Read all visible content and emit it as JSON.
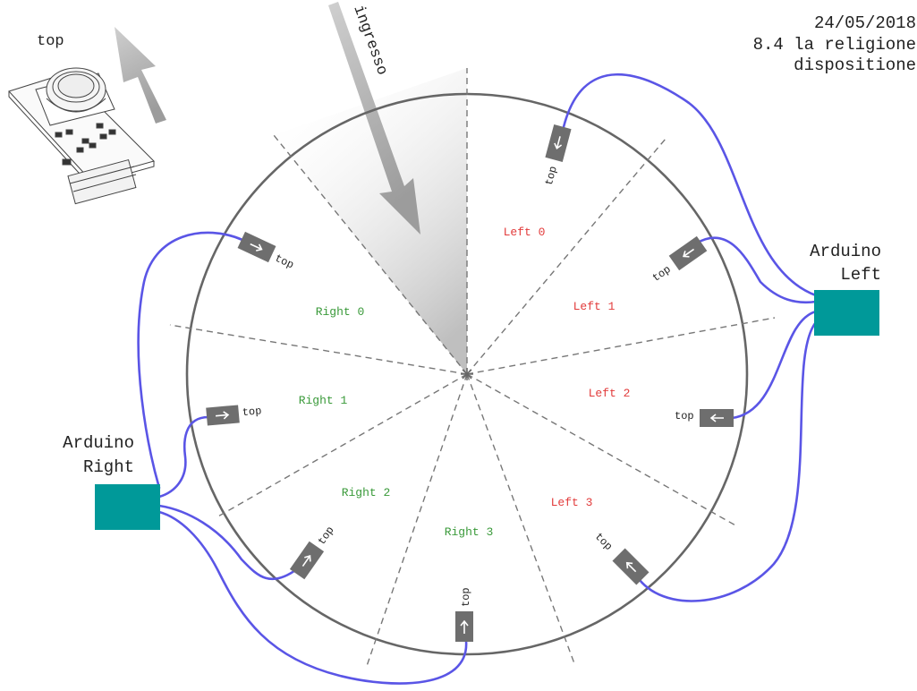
{
  "header": {
    "date": "24/05/2018",
    "line2": "8.4 la religione",
    "line3": "dispositione"
  },
  "legend": {
    "top_label": "top"
  },
  "entrance_label": "ingresso",
  "controllers": {
    "left": {
      "line1": "Arduino",
      "line2": "Left",
      "color": "#009999"
    },
    "right": {
      "line1": "Arduino",
      "line2": "Right",
      "color": "#009999"
    }
  },
  "zones": {
    "left": [
      "Left 0",
      "Left 1",
      "Left 2",
      "Left 3"
    ],
    "right": [
      "Right 0",
      "Right 1",
      "Right 2",
      "Right 3"
    ]
  },
  "sensor_label": "top",
  "colors": {
    "wire": "#5a55e6",
    "left_zone": "#e23b3b",
    "right_zone": "#3a9a3a",
    "sensor": "#6e6e6e",
    "circle": "#666666"
  }
}
